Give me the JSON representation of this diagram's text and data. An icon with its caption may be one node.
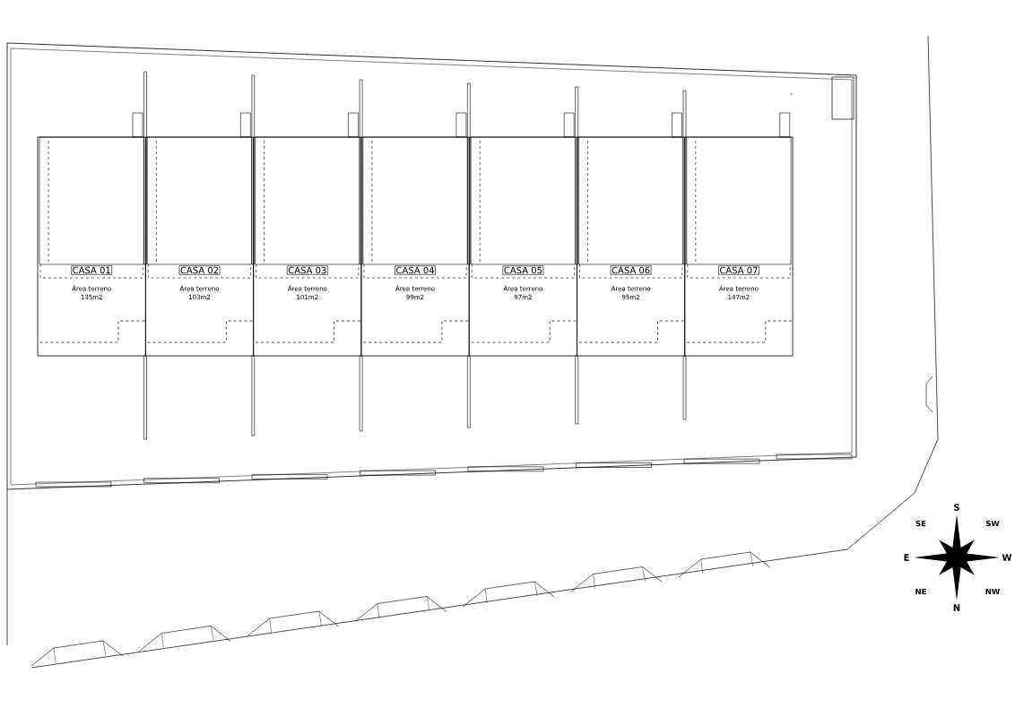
{
  "diagram": {
    "nodes": [
      {
        "text": [
          "CASA 01",
          "Área terreno 135m2"
        ]
      },
      {
        "text": [
          "CASA 02",
          "Área terreno 103m2"
        ]
      },
      {
        "text": [
          "CASA 03",
          "Área terreno 101m2"
        ]
      },
      {
        "text": [
          "CASA 04",
          "Área terreno 99m2"
        ]
      },
      {
        "text": [
          "CASA 05",
          "Área terreno 97m2"
        ]
      },
      {
        "text": [
          "CASA 06",
          "Área terreno 95m2"
        ]
      },
      {
        "text": [
          "CASA 07",
          "Área terreno 147m2"
        ]
      }
    ],
    "edges": [],
    "labels": [
      "S",
      "SE",
      "SW",
      "E",
      "W",
      "NE",
      "NW",
      "N"
    ]
  }
}
